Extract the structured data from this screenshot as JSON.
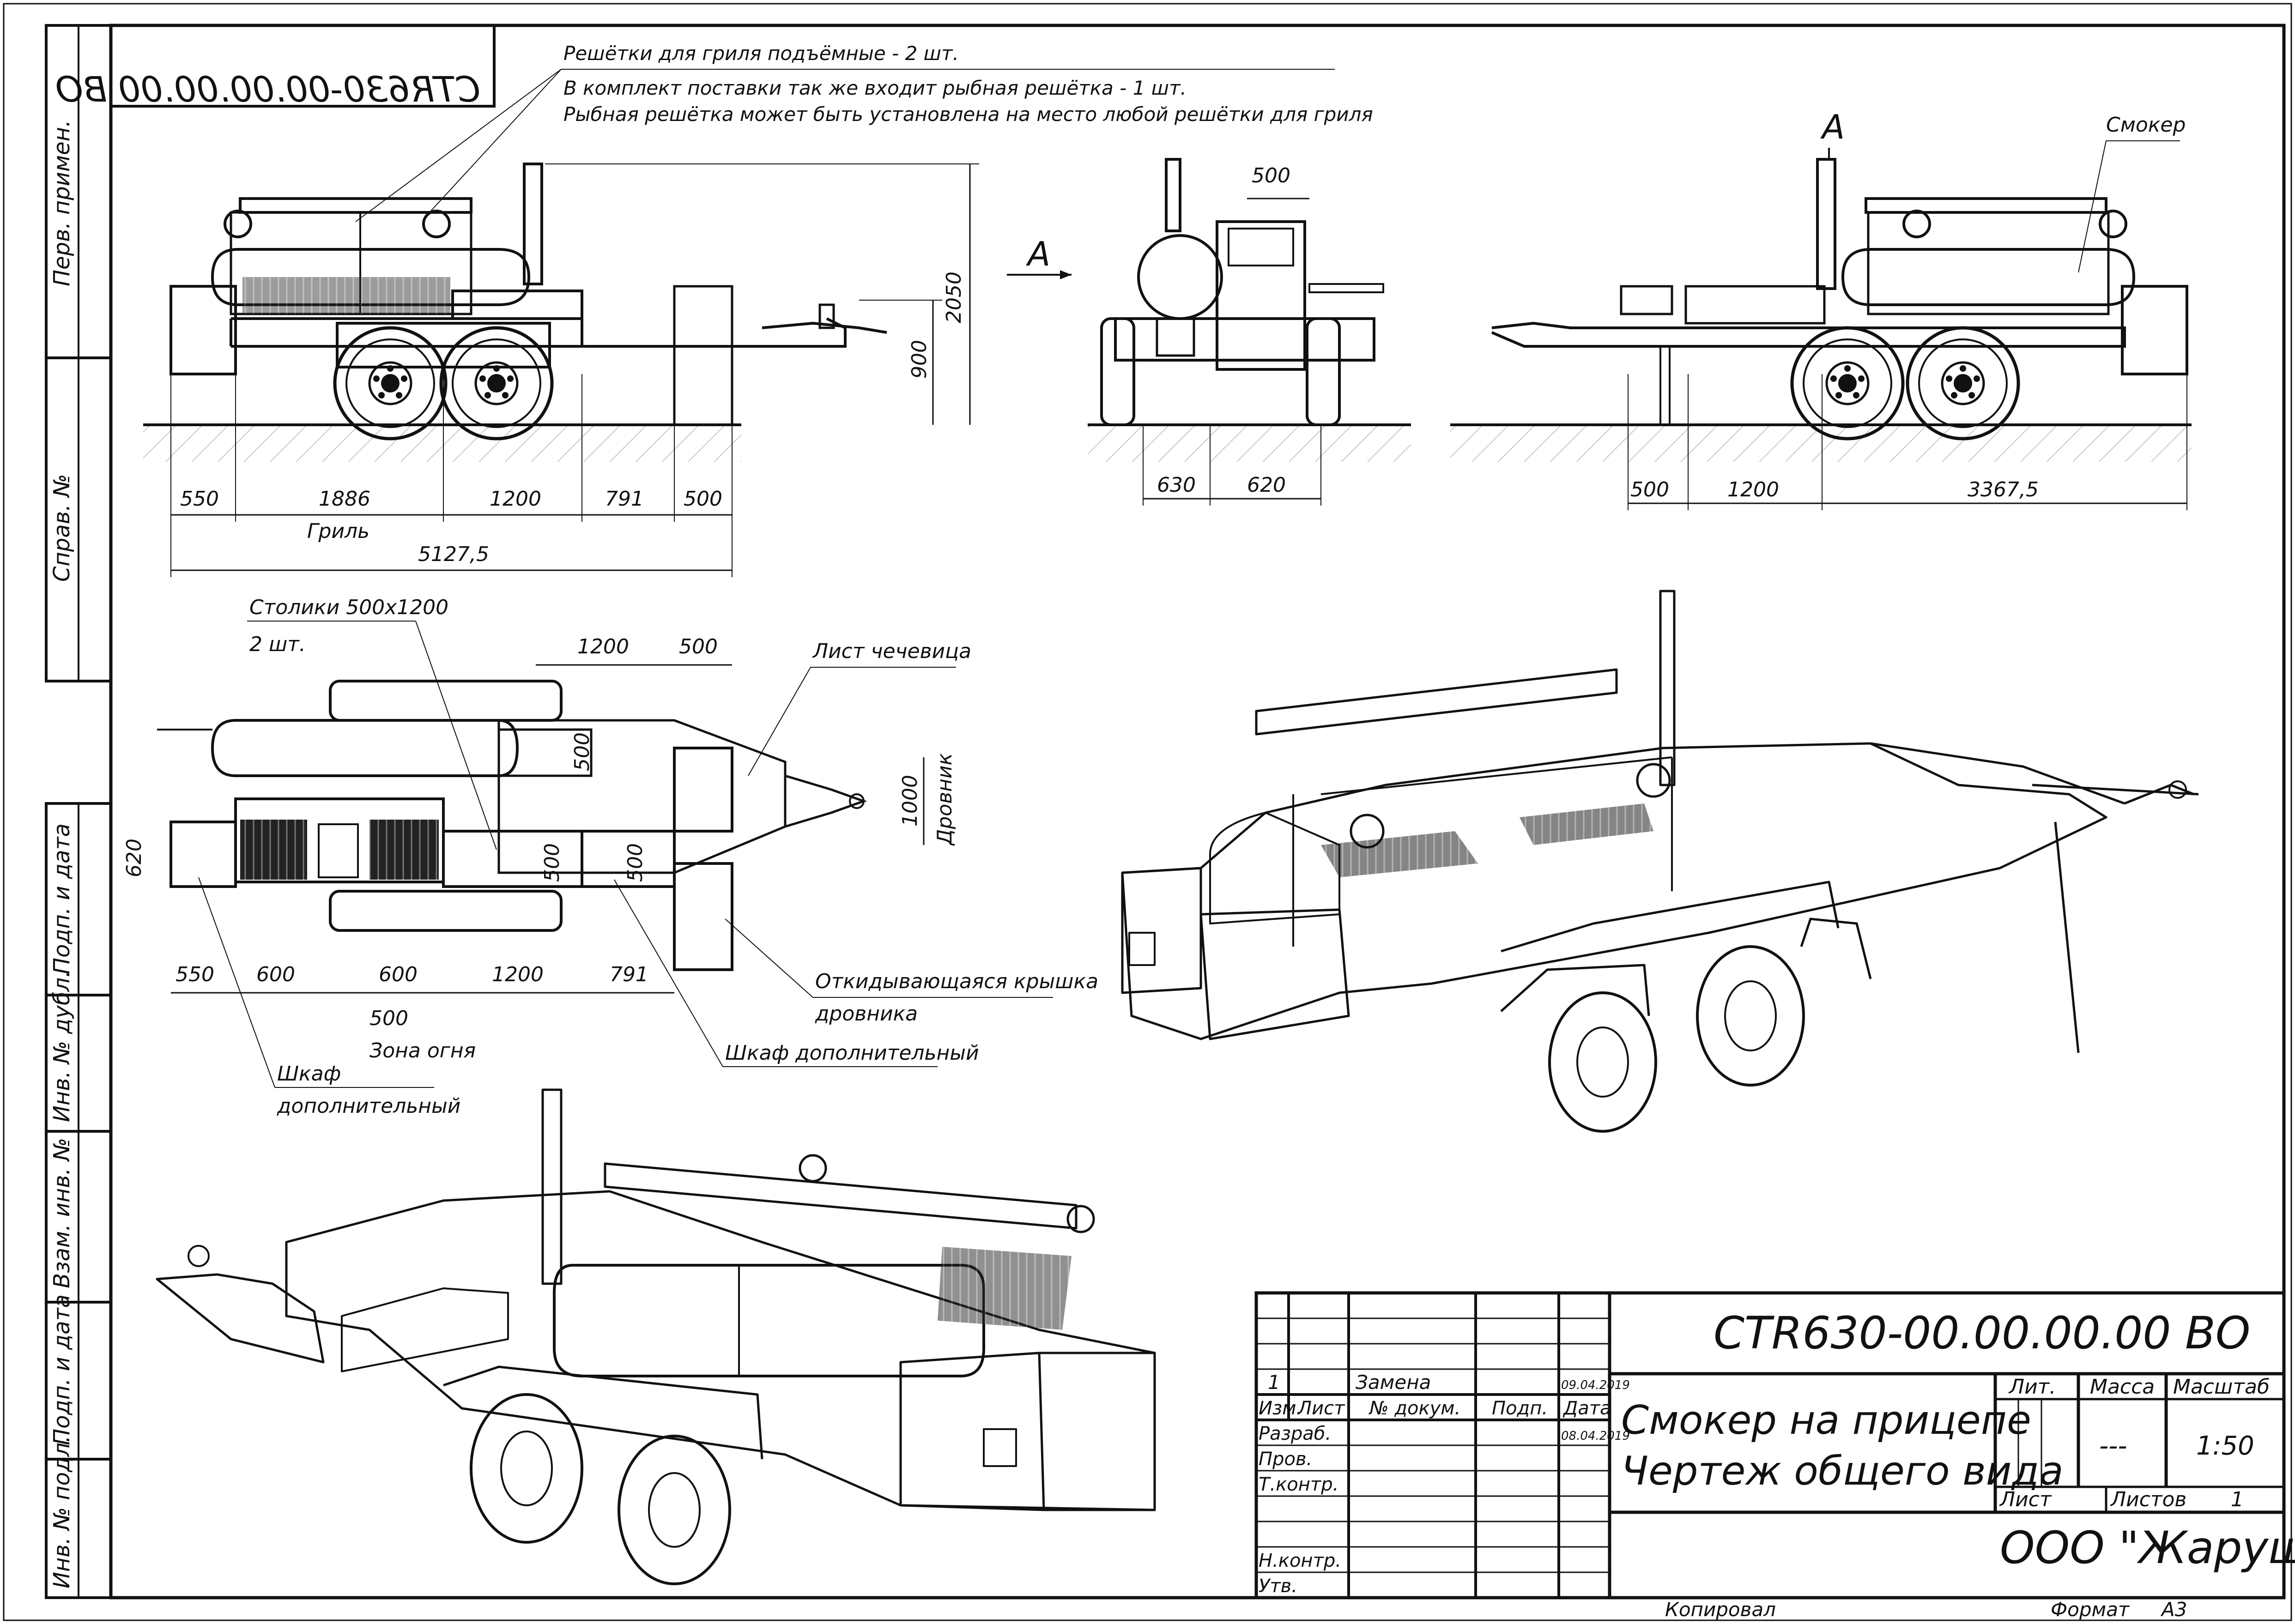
{
  "document": {
    "code": "CTR630-00.00.00.00 ВО",
    "code_mirrored": "CTR630-00.00.00.00 ВО",
    "title_line1": "Смокер на прицепе",
    "title_line2": "Чертеж общего вида",
    "company": "ООО \"Жарушка\"",
    "copied_label": "Копировал",
    "format_label": "Формат",
    "format_value": "А3"
  },
  "notes": {
    "line1": "Решётки для гриля подъёмные - 2 шт.",
    "line2": "В комплект поставки так же входит рыбная решётка - 1 шт.",
    "line3": "Рыбная решётка может быть установлена на место любой решётки для гриля"
  },
  "side_strip": {
    "perv_primen": "Перв. примен.",
    "sprav_no": "Справ. №",
    "podp_data_1": "Подп. и дата",
    "inv_dubl": "Инв. № дубл.",
    "vzam_inv": "Взам. инв. №",
    "podp_data_2": "Подп. и дата",
    "inv_podl": "Инв. № подл."
  },
  "view_side": {
    "dims": [
      "550",
      "1886",
      "1200",
      "791",
      "500"
    ],
    "grill_label": "Гриль",
    "total": "5127,5",
    "height_total": "2050",
    "height_frame": "900"
  },
  "view_front": {
    "section_label": "A",
    "top_width": "500",
    "dims": [
      "630",
      "620"
    ]
  },
  "view_rear": {
    "section_label": "A",
    "smoker_label": "Смокер",
    "dims": [
      "500",
      "1200",
      "3367,5"
    ]
  },
  "view_top": {
    "tables_label": "Столики 500х1200",
    "tables_count": "2 шт.",
    "top_dims": [
      "1200",
      "500"
    ],
    "sheet_label": "Лист чечевица",
    "drovnik_label": "Дровник",
    "drovnik_dim": "1000",
    "left_dim": "620",
    "inner_dims": [
      "500",
      "500",
      "500"
    ],
    "bottom_dims": [
      "550",
      "600",
      "600",
      "1200",
      "791"
    ],
    "fire_dim": "500",
    "fire_zone": "Зона огня",
    "lid_label_1": "Откидывающаяся крышка",
    "lid_label_2": "дровника",
    "cabinet_extra": "Шкаф дополнительный",
    "cabinet_label_1": "Шкаф",
    "cabinet_label_2": "дополнительный"
  },
  "title_block": {
    "rev_num": "1",
    "rev_text": "Замена",
    "rev_date": "09.04.2019",
    "izm": "Изм.",
    "list": "Лист",
    "doc_no": "№ докум.",
    "podp": "Подп.",
    "data": "Дата",
    "razrab": "Разраб.",
    "razrab_date": "08.04.2019",
    "prov": "Пров.",
    "tkontr": "Т.контр.",
    "nkontr": "Н.контр.",
    "utv": "Утв.",
    "lit": "Лит.",
    "massa": "Масса",
    "masshtab": "Масштаб",
    "massa_value": "---",
    "masshtab_value": "1:50",
    "list_label": "Лист",
    "listov_label": "Листов",
    "listov_value": "1"
  },
  "colors": {
    "line": "#111111",
    "hatch": "#cfcfcf",
    "fill_gray": "#bdbdbd"
  }
}
